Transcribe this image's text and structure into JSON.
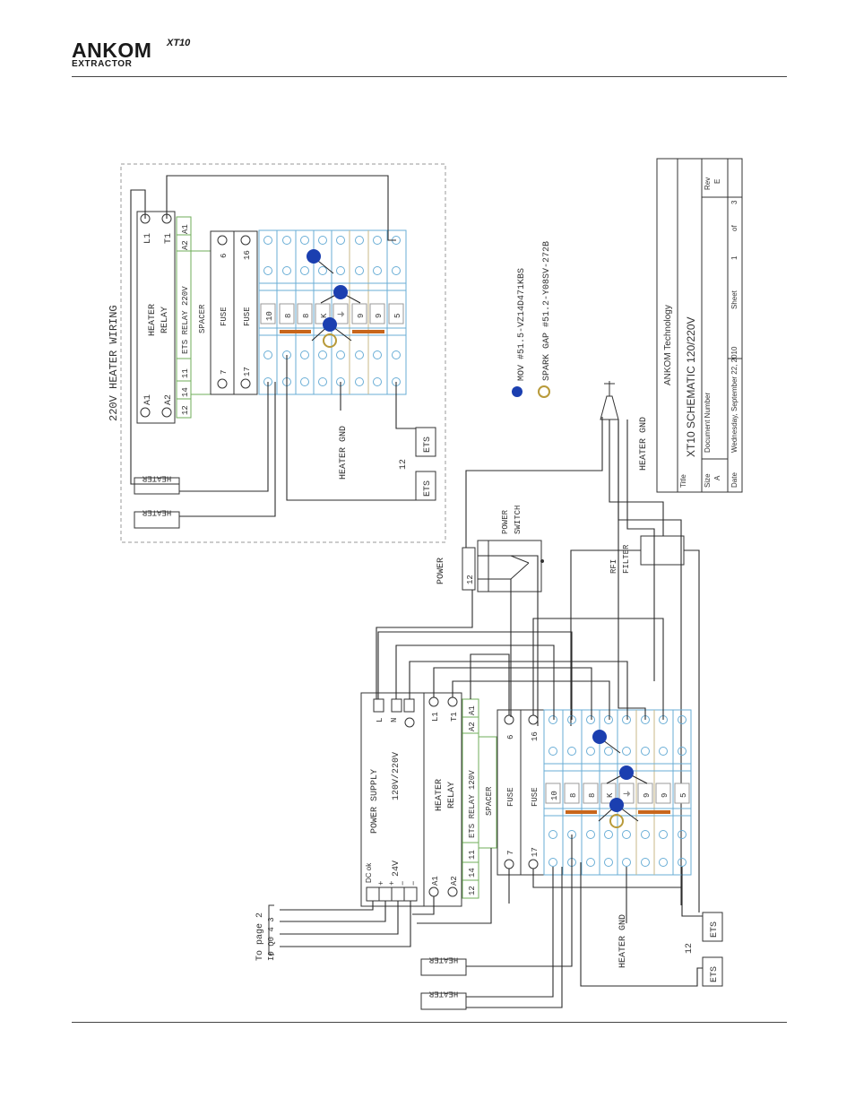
{
  "header": {
    "brand": "ANKOM",
    "brand_sup": "XT10",
    "brand_sub": "EXTRACTOR"
  },
  "labels": {
    "wiring_title": "220V HEATER WIRING",
    "heater": "HEATER",
    "heater_relay_line1": "HEATER",
    "heater_relay_line2": "RELAY",
    "ets_relay_220": "ETS RELAY 220V",
    "ets_relay_120": "ETS RELAY 120V",
    "spacer": "SPACER",
    "fuse": "FUSE",
    "heater_gnd": "HEATER GND",
    "ets": "ETS",
    "num_12": "12",
    "power": "POWER",
    "power_switch_line1": "POWER",
    "power_switch_line2": "SWITCH",
    "rfi_line1": "RFI",
    "rfi_line2": "FILTER",
    "power_supply": "POWER SUPPLY",
    "ps_voltage": "120V/220V",
    "ps_24v": "24V",
    "ps_dcok": "DC ok",
    "to_page_line1": "To page 2",
    "to_page_line2": "I0 Q0 4 3",
    "pin_L1": "L1",
    "pin_T1": "T1",
    "pin_A1": "A1",
    "pin_A2": "A2",
    "pin_11": "11",
    "pin_12": "12",
    "pin_14": "14",
    "pin_L": "L",
    "pin_N": "N",
    "pin_6": "6",
    "pin_16": "16",
    "pin_7": "7",
    "pin_17": "17",
    "plus": "+",
    "minus": "−",
    "legend_mov": "MOV #51.5-VZ14D471KBS",
    "legend_spark": "SPARK GAP #51.2-Y08SV-272B"
  },
  "terminal_labels": [
    "10",
    "8",
    "8",
    "K",
    "⏚",
    "9",
    "9",
    "5"
  ],
  "title_block": {
    "company": "ANKOM Technology",
    "title_label": "Title",
    "title": "XT10 SCHEMATIC 120/220V",
    "size_label": "Size",
    "size": "A",
    "doc_label": "Document Number",
    "rev_label": "Rev",
    "rev": "E",
    "date_label": "Date",
    "date": "Wednesday, September 22, 2010",
    "sheet_label": "Sheet",
    "sheet": "1",
    "of_label": "of",
    "of": "3"
  },
  "colors": {
    "mov": "#1b3fb0",
    "spark_gap": "#b89a3a",
    "terminal_blue": "#6aaed6",
    "terminal_tan": "#c8b98a",
    "relay_green": "#6fae5a",
    "jumper": "#c8661c"
  }
}
